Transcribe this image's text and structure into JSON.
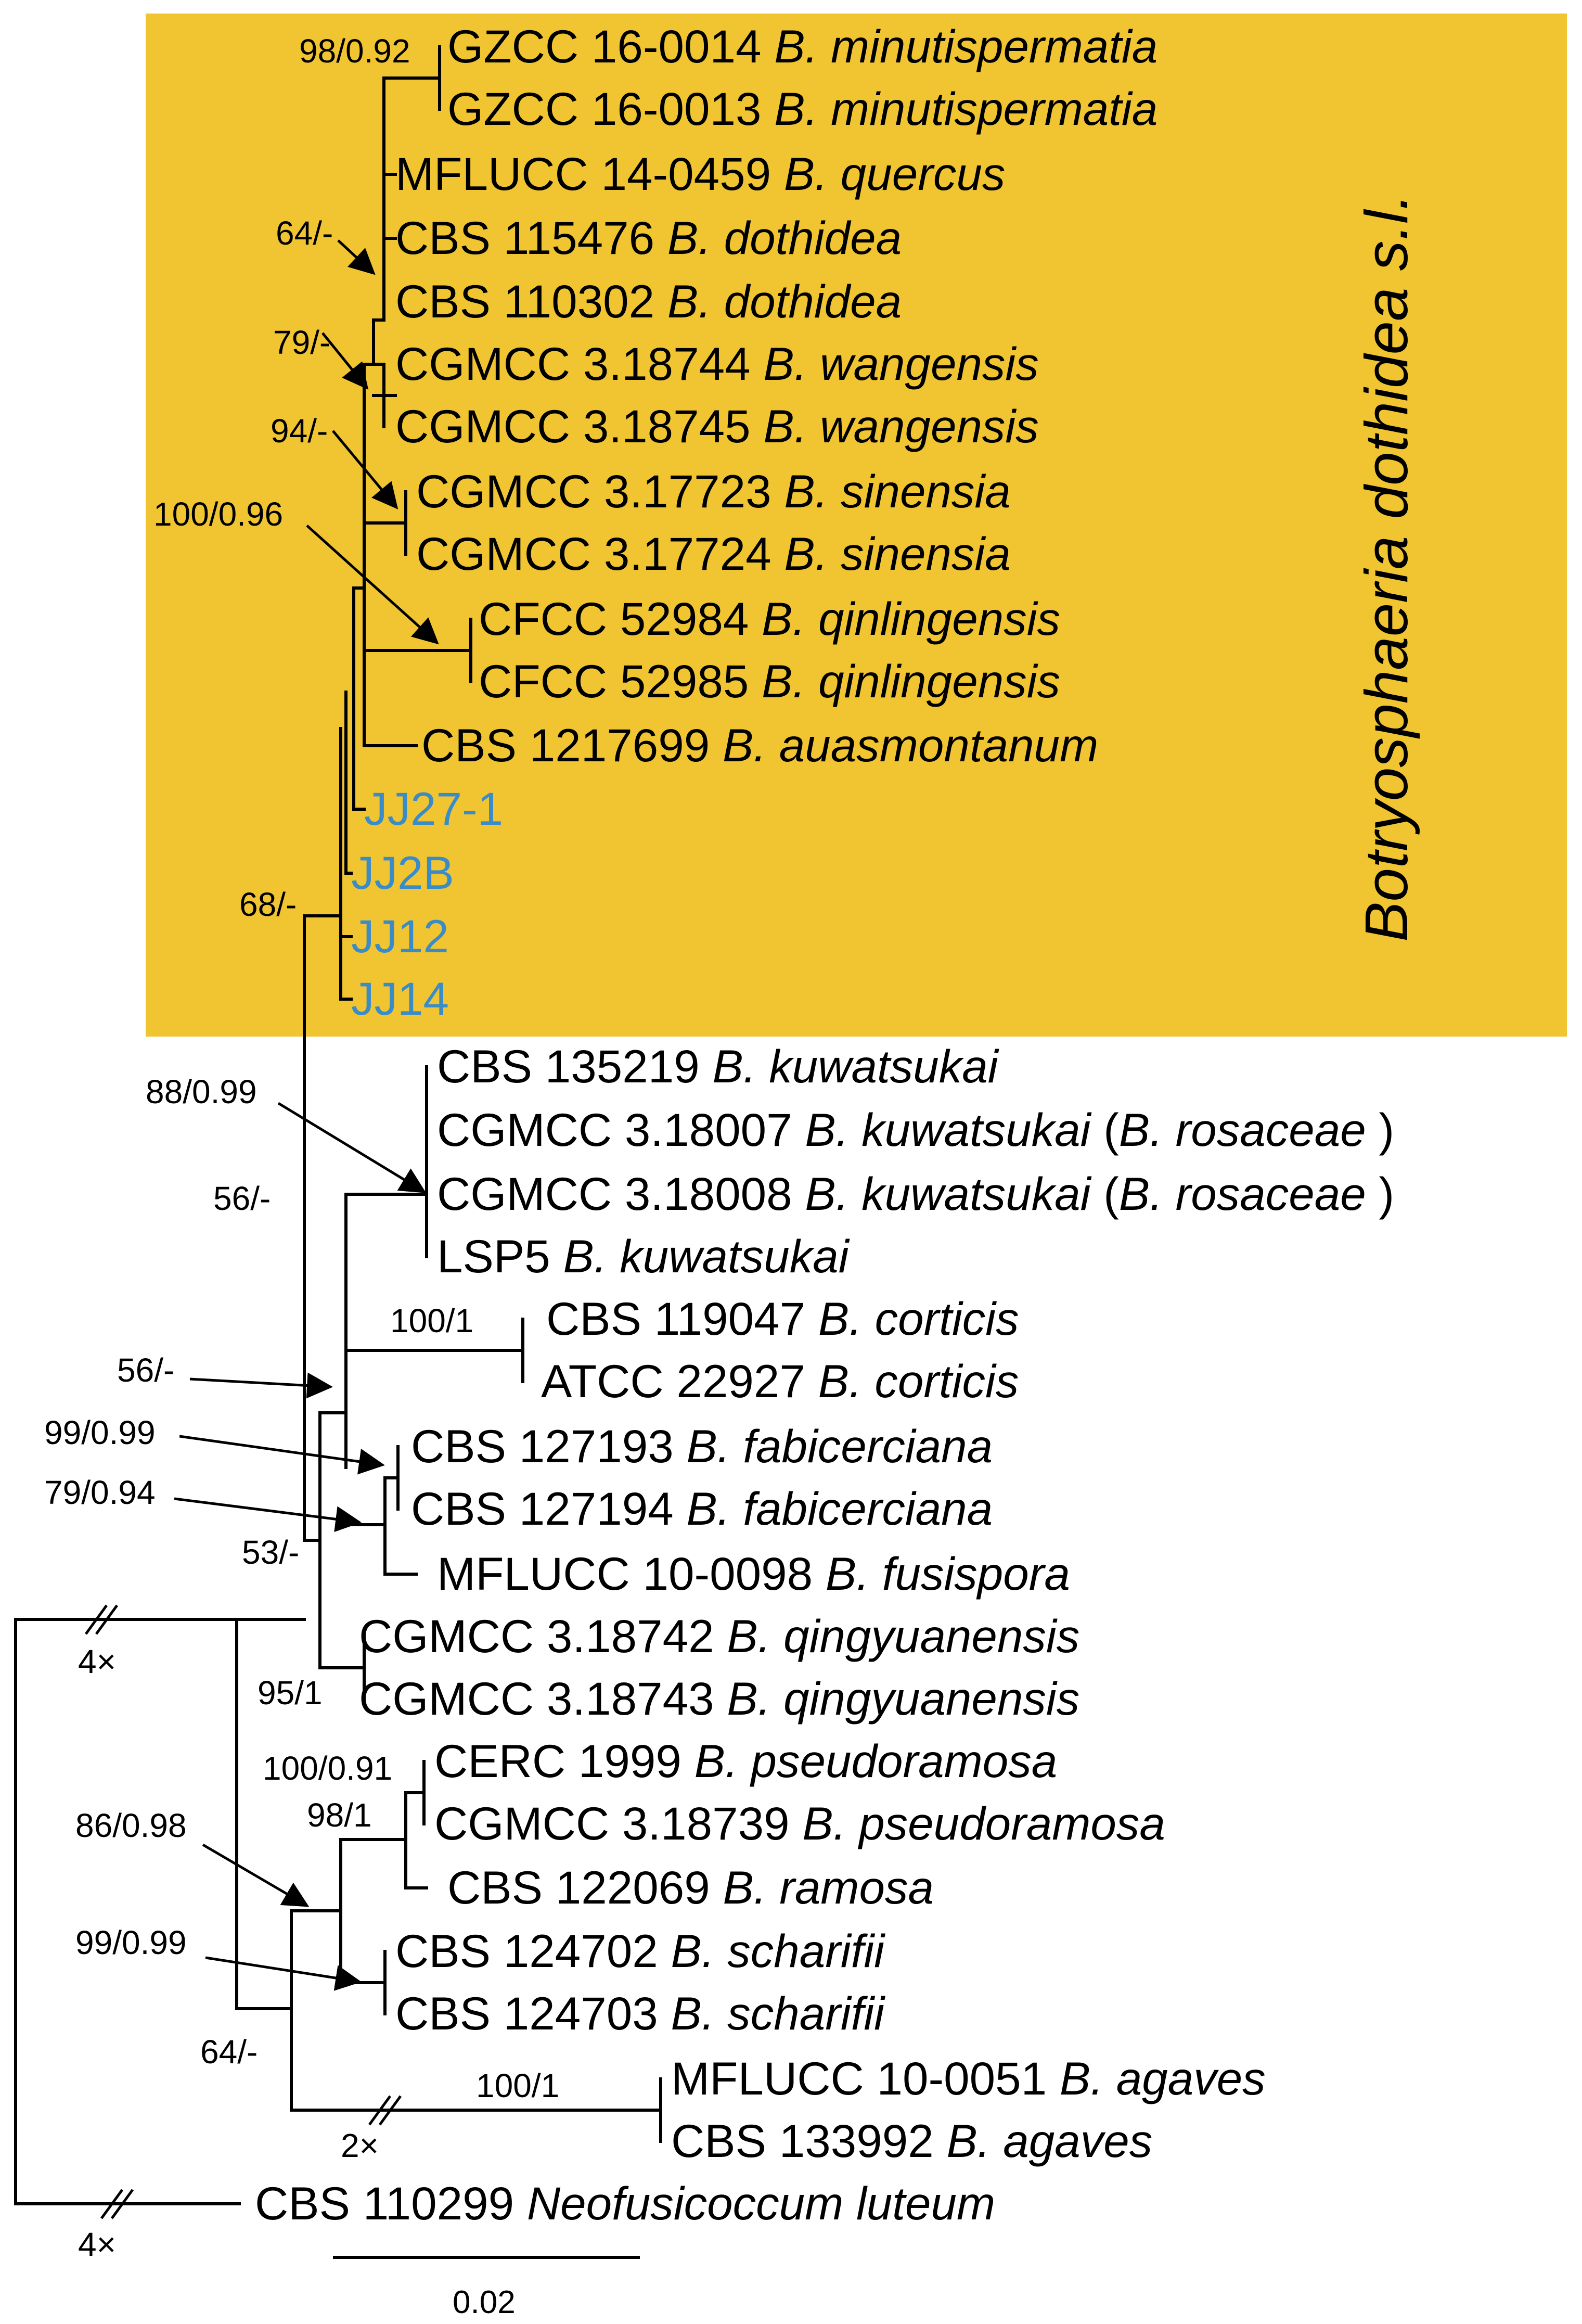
{
  "clade_box": {
    "label": "Botryosphaeria dothidea s.l.",
    "color": "#f0c531"
  },
  "highlight_color": "#3a8cc9",
  "taxa": [
    {
      "strain": "GZCC 16-0014",
      "species": "B. minutispermatia"
    },
    {
      "strain": "GZCC 16-0013",
      "species": "B. minutispermatia"
    },
    {
      "strain": "MFLUCC 14-0459",
      "species": "B. quercus"
    },
    {
      "strain": "CBS 115476",
      "species": "B. dothidea"
    },
    {
      "strain": "CBS 110302",
      "species": "B. dothidea"
    },
    {
      "strain": "CGMCC 3.18744",
      "species": "B. wangensis"
    },
    {
      "strain": "CGMCC 3.18745",
      "species": "B. wangensis"
    },
    {
      "strain": "CGMCC 3.17723",
      "species": "B. sinensia"
    },
    {
      "strain": "CGMCC 3.17724",
      "species": "B. sinensia"
    },
    {
      "strain": "CFCC 52984",
      "species": "B. qinlingensis"
    },
    {
      "strain": "CFCC 52985",
      "species": "B. qinlingensis"
    },
    {
      "strain": "CBS 1217699",
      "species": "B. auasmontanum"
    },
    {
      "strain": "JJ27-1",
      "species": "",
      "highlight": true
    },
    {
      "strain": "JJ2B",
      "species": "",
      "highlight": true
    },
    {
      "strain": "JJ12",
      "species": "",
      "highlight": true
    },
    {
      "strain": "JJ14",
      "species": "",
      "highlight": true
    },
    {
      "strain": "CBS 135219",
      "species": "B. kuwatsukai"
    },
    {
      "strain": "CGMCC 3.18007",
      "species": "B. kuwatsukai",
      "extra_open": " (",
      "extra_species": "B. rosaceae",
      "extra_close": " )"
    },
    {
      "strain": "CGMCC 3.18008",
      "species": "B. kuwatsukai",
      "extra_open": " (",
      "extra_species": "B. rosaceae",
      "extra_close": " )"
    },
    {
      "strain": "LSP5",
      "species": "B. kuwatsukai"
    },
    {
      "strain": "CBS 119047",
      "species": "B. corticis"
    },
    {
      "strain": "ATCC 22927",
      "species": "B. corticis"
    },
    {
      "strain": "CBS 127193",
      "species": "B. fabicerciana"
    },
    {
      "strain": "CBS 127194",
      "species": "B. fabicerciana"
    },
    {
      "strain": "MFLUCC 10-0098",
      "species": "B. fusispora"
    },
    {
      "strain": "CGMCC 3.18742",
      "species": "B. qingyuanensis"
    },
    {
      "strain": "CGMCC 3.18743",
      "species": "B. qingyuanensis"
    },
    {
      "strain": "CERC 1999",
      "species": "B. pseudoramosa"
    },
    {
      "strain": "CGMCC 3.18739",
      "species": "B. pseudoramosa"
    },
    {
      "strain": "CBS 122069",
      "species": "B. ramosa"
    },
    {
      "strain": "CBS 124702",
      "species": "B. scharifii"
    },
    {
      "strain": "CBS 124703",
      "species": "B. scharifii"
    },
    {
      "strain": "MFLUCC 10-0051",
      "species": "B. agaves"
    },
    {
      "strain": "CBS 133992",
      "species": "B. agaves"
    },
    {
      "strain": "CBS 110299",
      "species": "Neofusicoccum luteum"
    }
  ],
  "support_values": [
    "98/0.92",
    "64/-",
    "79/-",
    "94/-",
    "100/0.96",
    "68/-",
    "88/0.99",
    "56/-",
    "100/1",
    "56/-",
    "99/0.99",
    "79/0.94",
    "53/-",
    "95/1",
    "100/0.91",
    "98/1",
    "86/0.98",
    "99/0.99",
    "64/-",
    "100/1"
  ],
  "branch_breaks": [
    "4×",
    "2×",
    "4×"
  ],
  "scale_bar": {
    "label": "0.02"
  }
}
